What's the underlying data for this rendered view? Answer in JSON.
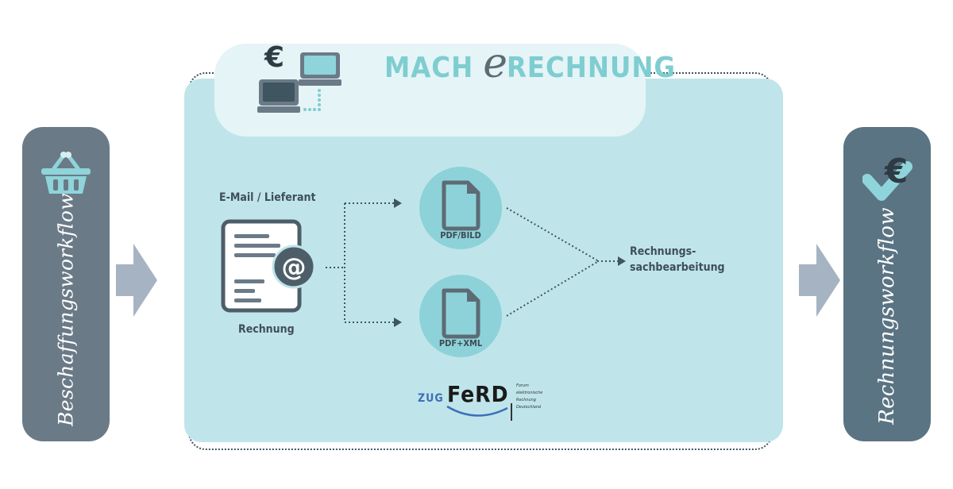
{
  "header": {
    "title_prefix": "MACH",
    "title_e": "e",
    "title_suffix": "RECHNUNG"
  },
  "left_panel": {
    "label": "Beschaffungsworkflow"
  },
  "right_panel": {
    "label": "Rechnungsworkflow"
  },
  "document": {
    "top_label": "E-Mail / Lieferant",
    "bottom_label": "Rechnung"
  },
  "formats": [
    {
      "label": "PDF/BILD"
    },
    {
      "label": "PDF+XML"
    }
  ],
  "target": {
    "line1": "Rechnungs-",
    "line2": "sachbearbeitung"
  },
  "zugferd": {
    "prefix": "ZUG",
    "main": "FeRD",
    "forum_lines": [
      "Forum",
      "elektronische",
      "Rechnung",
      "Deutschland"
    ]
  },
  "icons": {
    "basket": "basket-icon",
    "euro": "euro-icon",
    "computers": "computers-icon",
    "document": "document-icon",
    "at": "at-icon",
    "file": "file-icon",
    "check": "checkmark-icon"
  },
  "colors": {
    "side_left": "#6b7a87",
    "side_right": "#5a7484",
    "main_panel": "#bfe5ea",
    "header_pill": "#e5f4f6",
    "accent_teal": "#7ecdd1",
    "circle": "#8dd2d8",
    "arrow": "#a6b3c2",
    "dark": "#3f4e58",
    "zug_blue": "#3d6fb8"
  }
}
